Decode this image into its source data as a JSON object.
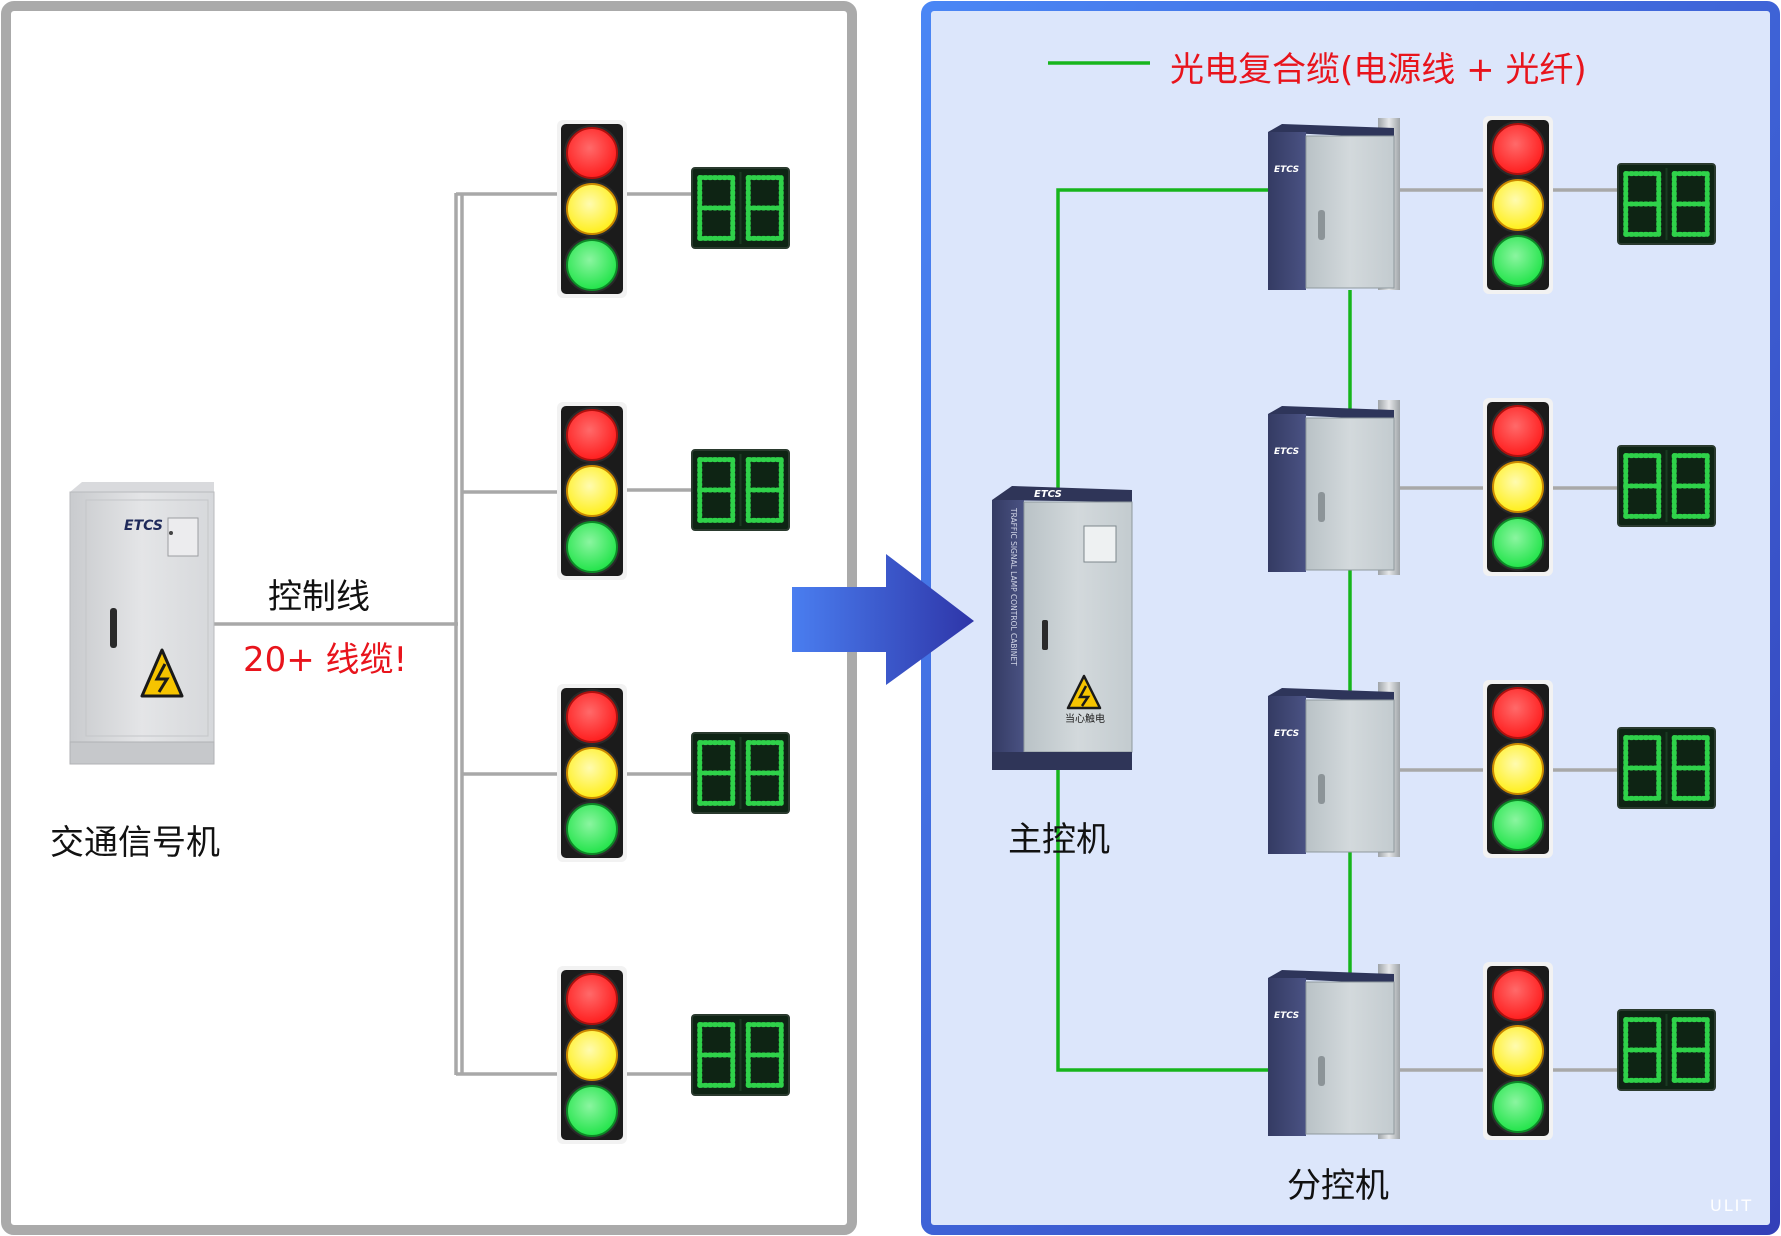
{
  "colors": {
    "left_border": "#aaaaaa",
    "left_bg": "#ffffff",
    "right_border": "#3d6fe0",
    "right_bg": "#dce6fb",
    "arrow_start": "#4a7ef0",
    "arrow_end": "#2e35a8",
    "control_wire": "#a8a8a8",
    "fiber_cable": "#17b51c",
    "red_text": "#e8141c",
    "lamp_red": "#ff1e1e",
    "lamp_yellow": "#ffef1a",
    "lamp_green": "#22e44a",
    "digit_green": "#2fd24a"
  },
  "left_panel": {
    "cabinet_label": "交通信号机",
    "cabinet_brand": "ETCS",
    "wire_label": "控制线",
    "warning_text": "20+ 线缆!"
  },
  "right_panel": {
    "legend_text": "光电复合缆(电源线 + 光纤)",
    "main_label": "主控机",
    "main_brand": "ETCS",
    "main_side_text": "TRAFFIC SIGNAL LAMP CONTROL CABINET",
    "main_warning_text": "当心触电",
    "branch_label": "分控机",
    "branch_brand": "ETCS"
  },
  "countdown_value": "88",
  "watermark": "ULIT"
}
